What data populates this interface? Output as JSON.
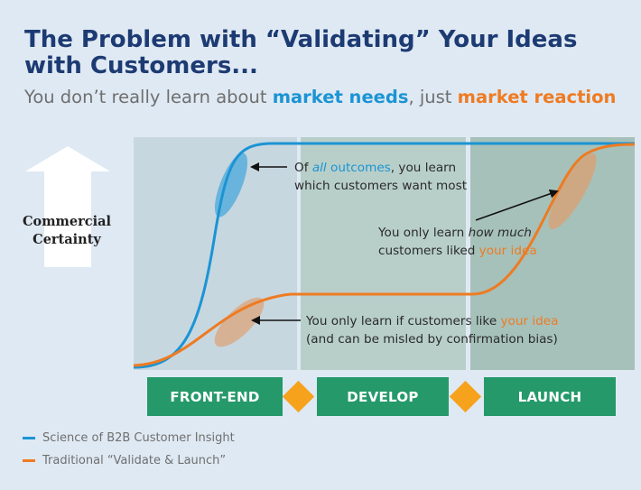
{
  "title": "The Problem with “Validating” Your Ideas with Customers...",
  "subtitle": {
    "part1": "You don’t really learn about ",
    "highlight1": "market needs",
    "part2": ", just ",
    "highlight2": "market reaction"
  },
  "y_axis_label": "Commercial Certainty",
  "annotations": {
    "top": {
      "pre": "Of ",
      "italic": "all",
      "highlight": " outcomes",
      "line1_rest": ", you learn",
      "line2": "which customers want most"
    },
    "right": {
      "line1_pre": "You only learn ",
      "line1_italic": "how much",
      "line2_pre": "customers liked ",
      "line2_highlight": "your idea"
    },
    "bottom": {
      "line1_pre": "You only learn if customers like ",
      "line1_highlight": "your idea",
      "line2": "(and can be misled by confirmation bias)"
    }
  },
  "phases": [
    "FRONT-END",
    "DEVELOP",
    "LAUNCH"
  ],
  "legend": [
    {
      "label": "Science of B2B Customer Insight",
      "color": "#1b94d4"
    },
    {
      "label": "Traditional “Validate & Launch”",
      "color": "#ee7b22"
    }
  ],
  "colors": {
    "blue": "#1b94d4",
    "orange": "#ee7b22",
    "green": "#25996a",
    "diamond": "#f6a21d",
    "title": "#1d3b73",
    "panel1": "#c7d7e0",
    "panel2": "#b8cfc9",
    "panel3": "#a6c1ba"
  }
}
